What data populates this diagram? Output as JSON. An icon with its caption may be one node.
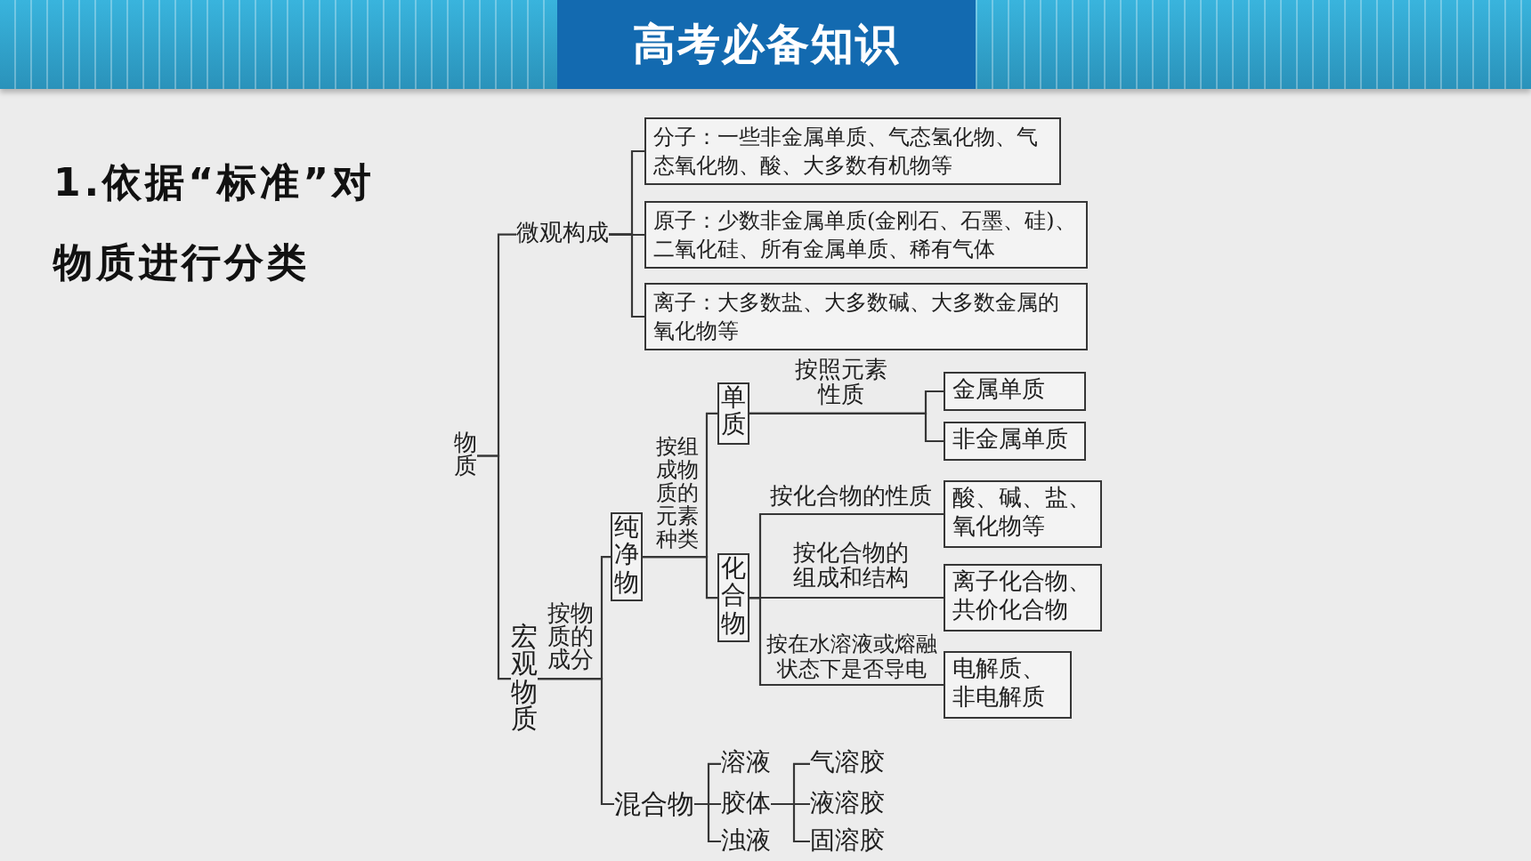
{
  "diagram": {
    "title": "高考必备知识",
    "nodes": [
      {
        "text": [
          "物质"
        ]
      },
      {
        "text": [
          "微观构成"
        ]
      },
      {
        "text": [
          "分子：一些非金属单质、气态氢化物、气态氧化物、酸、大多数有机物等"
        ]
      },
      {
        "text": [
          "原子：少数非金属单质(金刚石、石墨、硅)、二氧化硅、所有金属单质、稀有气体"
        ]
      },
      {
        "text": [
          "离子：大多数盐、大多数碱、大多数金属的氧化物等"
        ]
      },
      {
        "text": [
          "宏观物质"
        ]
      },
      {
        "text": [
          "纯净物"
        ]
      },
      {
        "text": [
          "单质"
        ]
      },
      {
        "text": [
          "化合物"
        ]
      },
      {
        "text": [
          "金属单质"
        ]
      },
      {
        "text": [
          "非金属单质"
        ]
      },
      {
        "text": [
          "酸、碱、盐、氧化物等"
        ]
      },
      {
        "text": [
          "离子化合物、共价化合物"
        ]
      },
      {
        "text": [
          "电解质、非电解质"
        ]
      },
      {
        "text": [
          "混合物"
        ]
      },
      {
        "text": [
          "溶液"
        ]
      },
      {
        "text": [
          "胶体"
        ]
      },
      {
        "text": [
          "浊液"
        ]
      },
      {
        "text": [
          "气溶胶"
        ]
      },
      {
        "text": [
          "液溶胶"
        ]
      },
      {
        "text": [
          "固溶胶"
        ]
      }
    ],
    "edges": [
      {
        "from": 0,
        "to": 1,
        "arrow": "none"
      },
      {
        "from": 0,
        "to": 5,
        "arrow": "none"
      },
      {
        "from": 1,
        "to": 2,
        "arrow": "none"
      },
      {
        "from": 1,
        "to": 3,
        "arrow": "none"
      },
      {
        "from": 1,
        "to": 4,
        "arrow": "none"
      },
      {
        "from": 5,
        "to": 6,
        "arrow": "none",
        "label": "按物质的成分"
      },
      {
        "from": 5,
        "to": 14,
        "arrow": "none"
      },
      {
        "from": 6,
        "to": 7,
        "arrow": "none",
        "label": "按组成物质的元素种类"
      },
      {
        "from": 6,
        "to": 8,
        "arrow": "none"
      },
      {
        "from": 7,
        "to": 9,
        "arrow": "none",
        "label": "按照元素性质"
      },
      {
        "from": 7,
        "to": 10,
        "arrow": "none"
      },
      {
        "from": 8,
        "to": 11,
        "arrow": "none",
        "label": "按化合物的性质"
      },
      {
        "from": 8,
        "to": 12,
        "arrow": "none",
        "label": "按化合物的组成和结构"
      },
      {
        "from": 8,
        "to": 13,
        "arrow": "none",
        "label": "按在水溶液或熔融状态下是否导电"
      },
      {
        "from": 14,
        "to": 15,
        "arrow": "none"
      },
      {
        "from": 14,
        "to": 16,
        "arrow": "none"
      },
      {
        "from": 14,
        "to": 17,
        "arrow": "none"
      },
      {
        "from": 16,
        "to": 18,
        "arrow": "none"
      },
      {
        "from": 16,
        "to": 19,
        "arrow": "none"
      },
      {
        "from": 16,
        "to": 20,
        "arrow": "none"
      }
    ],
    "labels": [
      "1.依据“标准”对物质进行分类"
    ]
  }
}
